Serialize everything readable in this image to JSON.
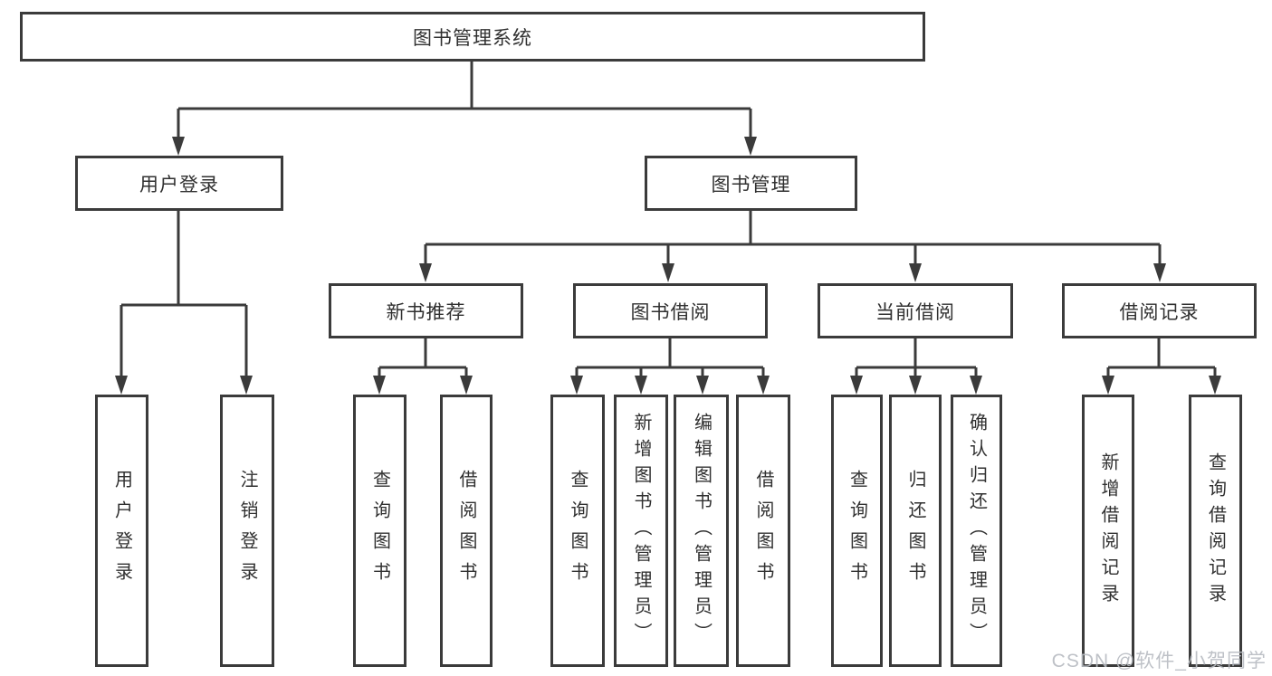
{
  "diagram": {
    "root": {
      "label": "图书管理系统"
    },
    "user_login": {
      "label": "用户登录",
      "children": [
        {
          "label": "用户登录"
        },
        {
          "label": "注销登录"
        }
      ]
    },
    "book_mgmt": {
      "label": "图书管理",
      "groups": [
        {
          "label": "新书推荐",
          "children": [
            {
              "label": "查询图书"
            },
            {
              "label": "借阅图书"
            }
          ]
        },
        {
          "label": "图书借阅",
          "children": [
            {
              "label": "查询图书"
            },
            {
              "label": "新增图书（管理员）"
            },
            {
              "label": "编辑图书（管理员）"
            },
            {
              "label": "借阅图书"
            }
          ]
        },
        {
          "label": "当前借阅",
          "children": [
            {
              "label": "查询图书"
            },
            {
              "label": "归还图书"
            },
            {
              "label": "确认归还（管理员）"
            }
          ]
        },
        {
          "label": "借阅记录",
          "children": [
            {
              "label": "新增借阅记录"
            },
            {
              "label": "查询借阅记录"
            }
          ]
        }
      ]
    },
    "watermark": "CSDN @软件_小贺同学",
    "colors": {
      "line": "#3b3b3b",
      "text": "#303030",
      "watermark": "#b7bbc1",
      "background": "#ffffff"
    }
  }
}
